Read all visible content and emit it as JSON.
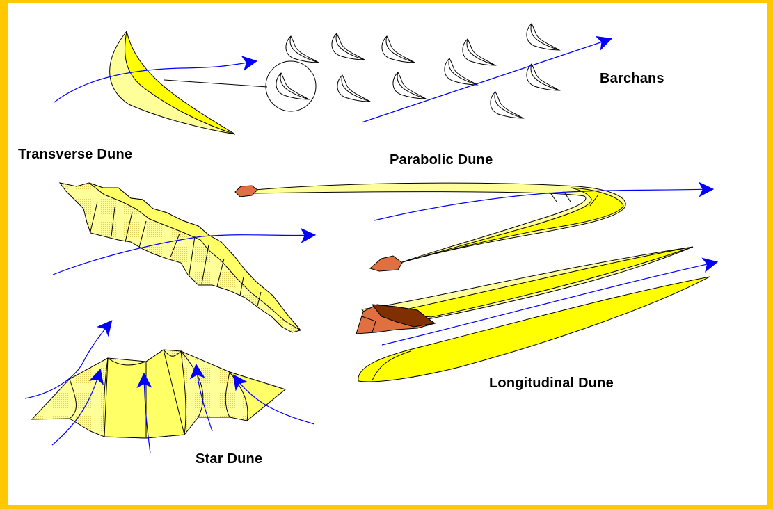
{
  "diagram": {
    "labels": {
      "barchans": "Barchans",
      "transverse": "Transverse Dune",
      "parabolic": "Parabolic Dune",
      "longitudinal": "Longitudinal Dune",
      "star": "Star Dune"
    },
    "colors": {
      "border": "#ffc800",
      "sand_light": "#ffff99",
      "sand_bright": "#ffff00",
      "wind": "#0000ff",
      "rock_light": "#e07040",
      "rock_dark": "#803000"
    }
  }
}
